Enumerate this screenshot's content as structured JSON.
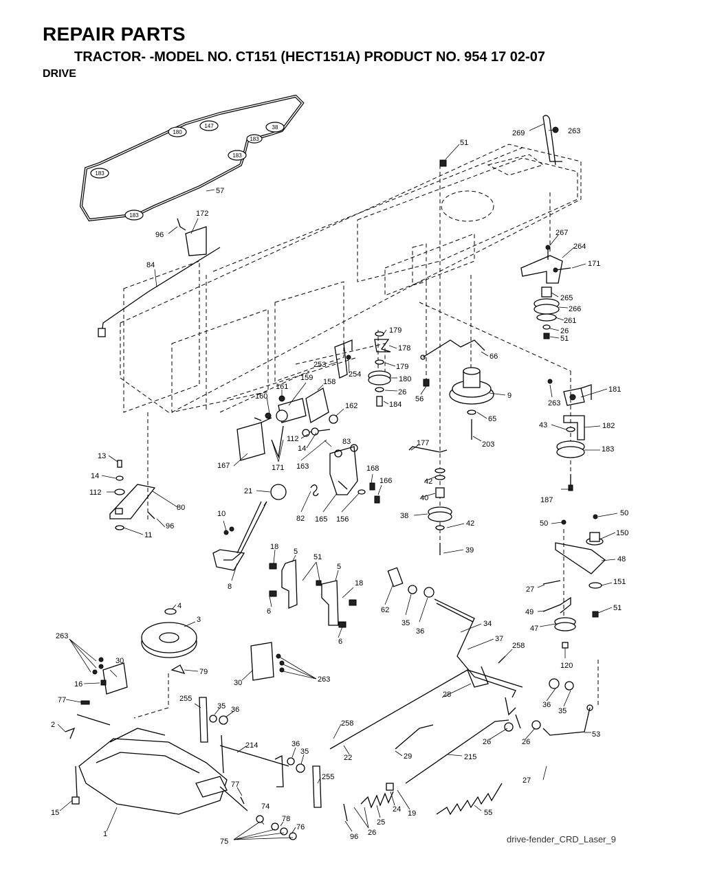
{
  "header": {
    "title": "REPAIR PARTS",
    "subtitle": "TRACTOR- -MODEL NO. CT151 (HECT151A) PRODUCT NO. 954 17 02-07",
    "section": "DRIVE"
  },
  "belt_tags": [
    "183",
    "183",
    "180",
    "147",
    "38",
    "183",
    "183"
  ],
  "callouts": [
    "57",
    "172",
    "96",
    "84",
    "51",
    "269",
    "263",
    "267",
    "264",
    "171",
    "265",
    "266",
    "261",
    "26",
    "51",
    "179",
    "178",
    "179",
    "180",
    "26",
    "184",
    "66",
    "253",
    "254",
    "56",
    "9",
    "263",
    "181",
    "65",
    "43",
    "182",
    "183",
    "203",
    "159",
    "158",
    "161",
    "160",
    "162",
    "112",
    "14",
    "83",
    "163",
    "167",
    "171",
    "13",
    "14",
    "112",
    "80",
    "96",
    "11",
    "21",
    "168",
    "166",
    "177",
    "42",
    "40",
    "38",
    "42",
    "39",
    "187",
    "82",
    "165",
    "156",
    "10",
    "8",
    "18",
    "5",
    "51",
    "5",
    "18",
    "6",
    "6",
    "62",
    "35",
    "36",
    "34",
    "37",
    "258",
    "50",
    "50",
    "150",
    "48",
    "27",
    "151",
    "49",
    "47",
    "51",
    "120",
    "4",
    "3",
    "263",
    "30",
    "79",
    "16",
    "77",
    "2",
    "30",
    "263",
    "255",
    "35",
    "36",
    "214",
    "36",
    "35",
    "255",
    "28",
    "36",
    "35",
    "53",
    "258",
    "22",
    "29",
    "215",
    "26",
    "26",
    "27",
    "15",
    "1",
    "77",
    "74",
    "78",
    "76",
    "75",
    "96",
    "26",
    "25",
    "24",
    "19",
    "55"
  ],
  "footer": {
    "drawing_id": "drive-fender_CRD_Laser_9"
  }
}
